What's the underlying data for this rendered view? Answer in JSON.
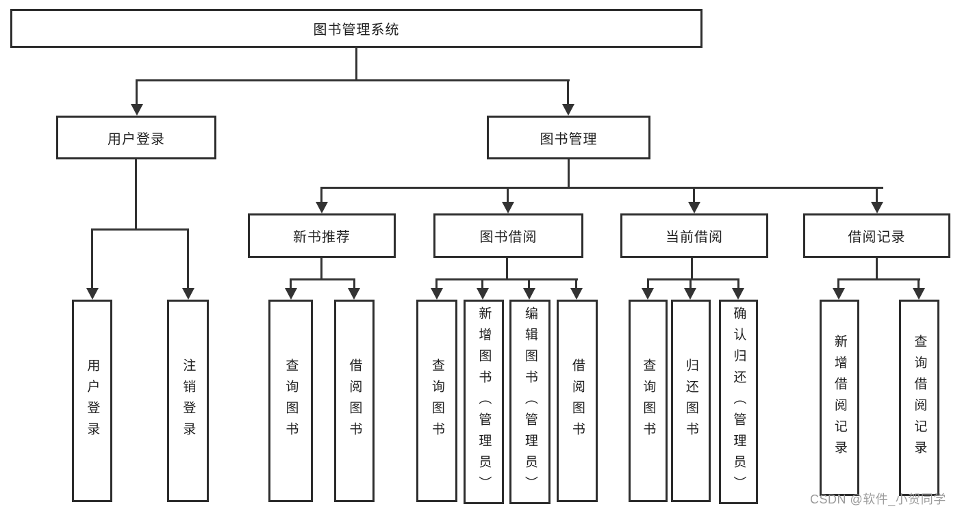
{
  "diagram": {
    "root": "图书管理系统",
    "branches": [
      {
        "label": "用户登录",
        "children": [
          "用户登录",
          "注销登录"
        ]
      },
      {
        "label": "图书管理",
        "sections": [
          {
            "label": "新书推荐",
            "children": [
              "查询图书",
              "借阅图书"
            ]
          },
          {
            "label": "图书借阅",
            "children": [
              "查询图书",
              "新增图书（管理员）",
              "编辑图书（管理员）",
              "借阅图书"
            ]
          },
          {
            "label": "当前借阅",
            "children": [
              "查询图书",
              "归还图书",
              "确认归还（管理员）"
            ]
          },
          {
            "label": "借阅记录",
            "children": [
              "新增借阅记录",
              "查询借阅记录"
            ]
          }
        ]
      }
    ]
  },
  "watermark": "CSDN @软件_小贺同学",
  "colors": {
    "line": "#333333",
    "box_border": "#2d2d2d",
    "text": "#1f1f1f",
    "watermark": "#9b9b9b",
    "background": "#ffffff"
  }
}
